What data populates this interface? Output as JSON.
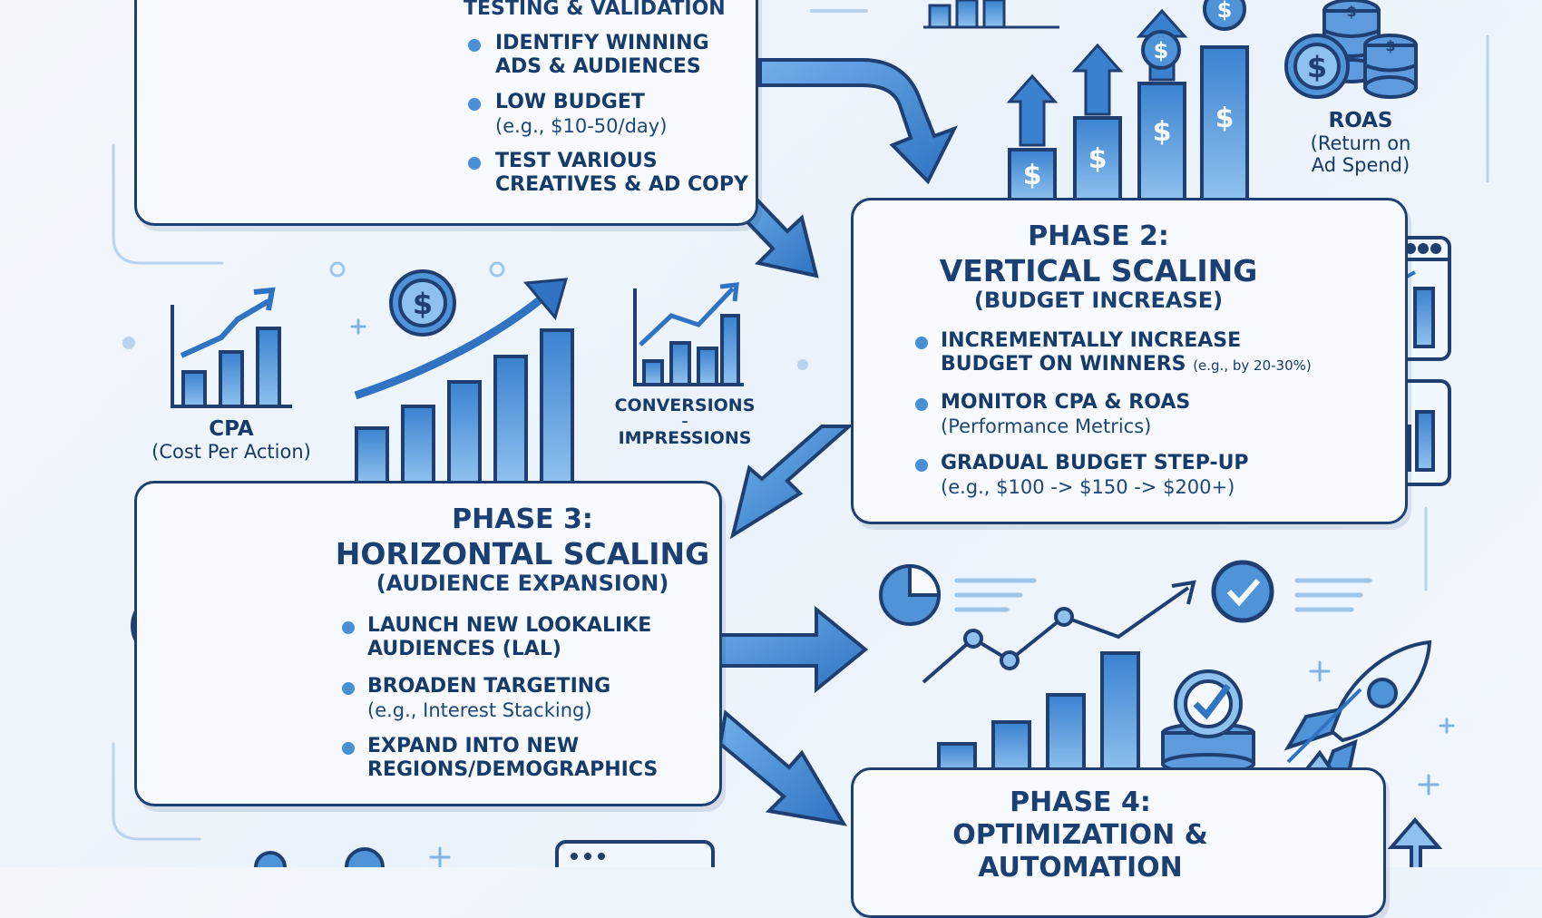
{
  "colors": {
    "navy": "#1f3f72",
    "blue": "#3f86d1",
    "light_blue": "#8fc1ee",
    "card_bg": "#f7fbff",
    "bg": "#eef4fb"
  },
  "phase1": {
    "title": "TESTING & VALIDATION",
    "bullets": [
      {
        "main": [
          "IDENTIFY WINNING",
          "ADS & AUDIENCES"
        ],
        "detail": []
      },
      {
        "main": [
          "LOW BUDGET"
        ],
        "detail": [
          "(e.g., $10-50/day)"
        ]
      },
      {
        "main": [
          "TEST VARIOUS",
          "CREATIVES & AD COPY"
        ],
        "detail": []
      }
    ],
    "icons": [
      "lightbulb-icon",
      "gear-icon"
    ]
  },
  "phase2": {
    "title": "PHASE 2:",
    "subtitle": "VERTICAL SCALING",
    "note": "(BUDGET INCREASE)",
    "bullets": [
      {
        "main": [
          "INCREMENTALLY INCREASE",
          "BUDGET ON WINNERS"
        ],
        "small": "(e.g., by 20-30%)",
        "detail": []
      },
      {
        "main": [
          "MONITOR CPA & ROAS"
        ],
        "detail": [
          "(Performance Metrics)"
        ]
      },
      {
        "main": [
          "GRADUAL BUDGET STEP-UP"
        ],
        "detail": [
          "(e.g., $100 -> $150 -> $200+)"
        ]
      }
    ],
    "icons": [
      "dashboard-chart-icon"
    ]
  },
  "phase3": {
    "title": "PHASE 3:",
    "subtitle": "HORIZONTAL SCALING",
    "note": "(AUDIENCE EXPANSION)",
    "bullets": [
      {
        "main": [
          "LAUNCH NEW LOOKALIKE",
          "AUDIENCES (LAL)"
        ],
        "detail": []
      },
      {
        "main": [
          "BROADEN TARGETING"
        ],
        "detail": [
          "(e.g., Interest Stacking)"
        ]
      },
      {
        "main": [
          "EXPAND INTO NEW",
          "REGIONS/DEMOGRAPHICS"
        ],
        "detail": []
      }
    ],
    "icons": [
      "audience-network-icon"
    ]
  },
  "phase4": {
    "title": "PHASE 4:",
    "subtitle": "OPTIMIZATION &",
    "subtitle2": "AUTOMATION",
    "icons": [
      "rocket-icon",
      "checkmark-icon",
      "pie-chart-icon"
    ]
  },
  "metrics": {
    "roas": {
      "main": "ROAS",
      "sub": [
        "(Return on",
        "Ad Spend)"
      ],
      "icon": "coin-stack-icon"
    },
    "cpa": {
      "main": "CPA",
      "sub": [
        "(Cost Per Action)"
      ],
      "icon": "growth-chart-icon"
    },
    "conversions": {
      "top": "CONVERSIONS",
      "divider": "–",
      "bottom": "IMPRESSIONS",
      "icon": "line-chart-icon"
    }
  },
  "currency_symbol": "$"
}
